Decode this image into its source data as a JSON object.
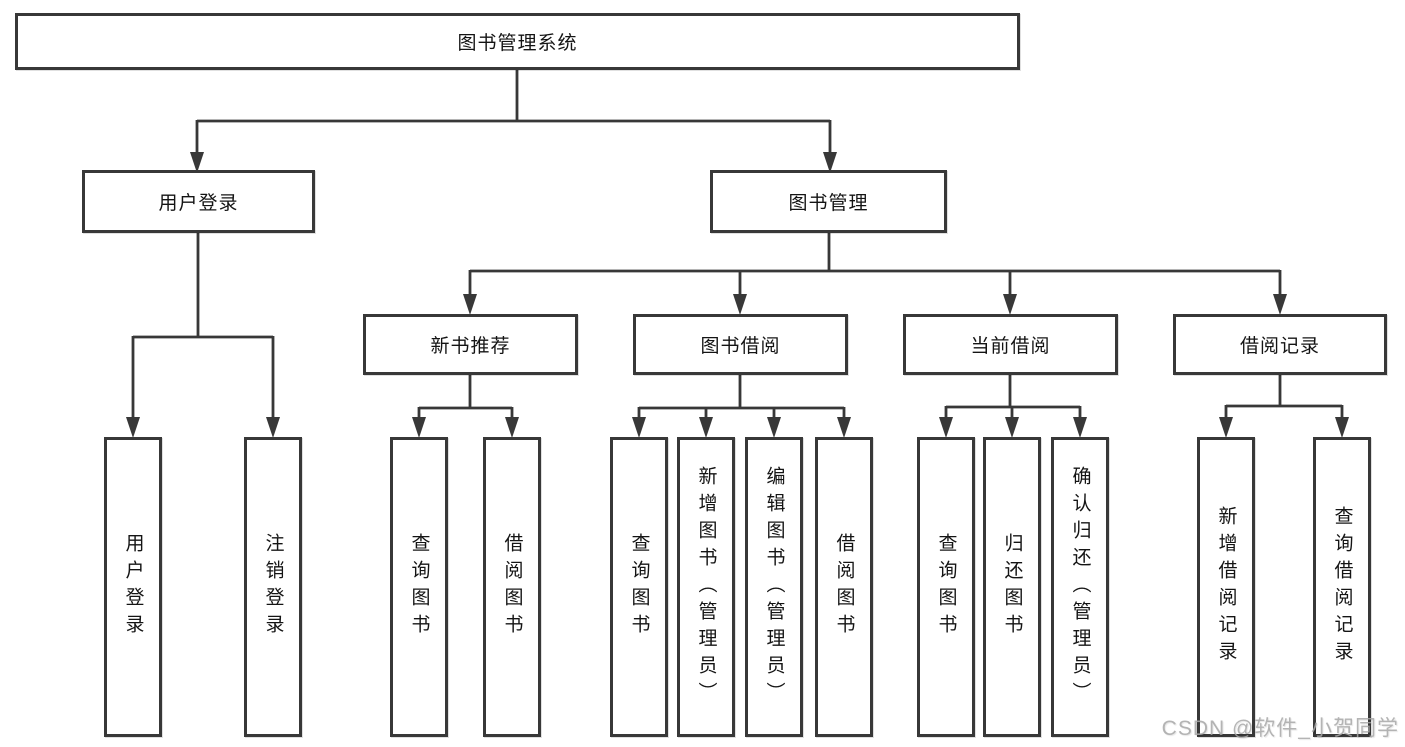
{
  "diagram": {
    "root": {
      "label": "图书管理系统"
    },
    "level2": [
      {
        "label": "用户登录"
      },
      {
        "label": "图书管理"
      }
    ],
    "level3": [
      {
        "label": "新书推荐"
      },
      {
        "label": "图书借阅"
      },
      {
        "label": "当前借阅"
      },
      {
        "label": "借阅记录"
      }
    ],
    "leaves": [
      {
        "label": "用户登录"
      },
      {
        "label": "注销登录"
      },
      {
        "label": "查询图书"
      },
      {
        "label": "借阅图书"
      },
      {
        "label": "查询图书"
      },
      {
        "label": "新增图书（管理员）"
      },
      {
        "label": "编辑图书（管理员）"
      },
      {
        "label": "借阅图书"
      },
      {
        "label": "查询图书"
      },
      {
        "label": "归还图书"
      },
      {
        "label": "确认归还（管理员）"
      },
      {
        "label": "新增借阅记录"
      },
      {
        "label": "查询借阅记录"
      }
    ]
  },
  "watermark": "CSDN @软件_小贺同学",
  "colors": {
    "line": "#383838",
    "box_border": "#383838",
    "text": "#141414",
    "watermark": "#a8a8a8",
    "background": "#ffffff"
  }
}
